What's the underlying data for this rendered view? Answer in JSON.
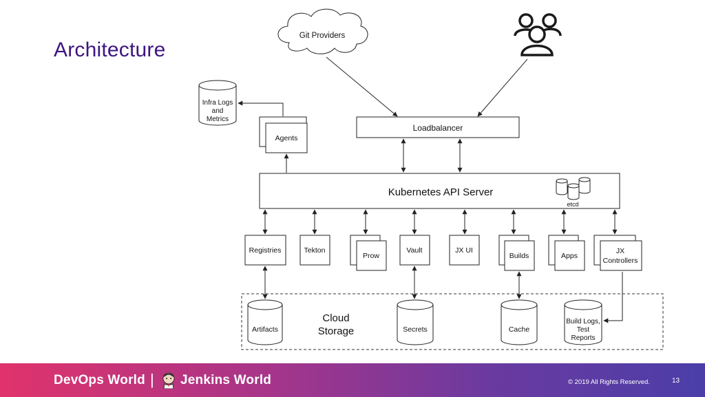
{
  "slide": {
    "title": "Architecture"
  },
  "diagram": {
    "git_providers": "Git Providers",
    "users_icon": "users-icon",
    "infra_logs": [
      "Infra Logs",
      "and",
      "Metrics"
    ],
    "agents": "Agents",
    "loadbalancer": "Loadbalancer",
    "api_server": "Kubernetes API Server",
    "etcd": "etcd",
    "services": {
      "registries": "Registries",
      "tekton": "Tekton",
      "prow": "Prow",
      "vault": "Vault",
      "jx_ui": "JX UI",
      "builds": "Builds",
      "apps": "Apps",
      "jx_controllers": [
        "JX",
        "Controllers"
      ]
    },
    "cloud_storage": [
      "Cloud",
      "Storage"
    ],
    "storage": {
      "artifacts": "Artifacts",
      "secrets": "Secrets",
      "cache": "Cache",
      "build_logs": [
        "Build Logs,",
        "Test",
        "Reports"
      ]
    }
  },
  "footer": {
    "brand_left": "DevOps World",
    "separator": "|",
    "brand_right": "Jenkins World",
    "copyright": "© 2019 All Rights Reserved.",
    "page_number": "13",
    "colors": [
      "#e0336b",
      "#a6358a",
      "#6a3aa0",
      "#4b3ea8"
    ]
  }
}
